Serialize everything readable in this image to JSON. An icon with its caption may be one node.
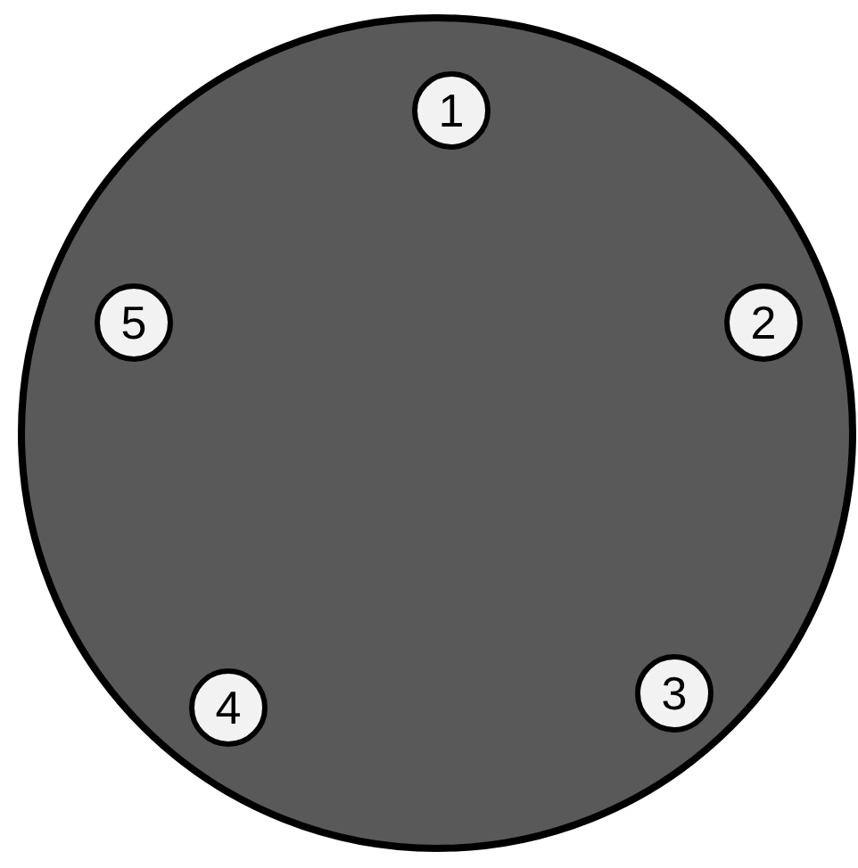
{
  "diagram": {
    "nodes": [
      {
        "text": [],
        "shape": "circle"
      },
      {
        "text": [
          "1"
        ],
        "in": 0
      },
      {
        "text": [
          "2"
        ],
        "in": 0
      },
      {
        "text": [
          "3"
        ],
        "in": 0
      },
      {
        "text": [
          "4"
        ],
        "in": 0
      },
      {
        "text": [
          "5"
        ],
        "in": 0
      }
    ]
  }
}
